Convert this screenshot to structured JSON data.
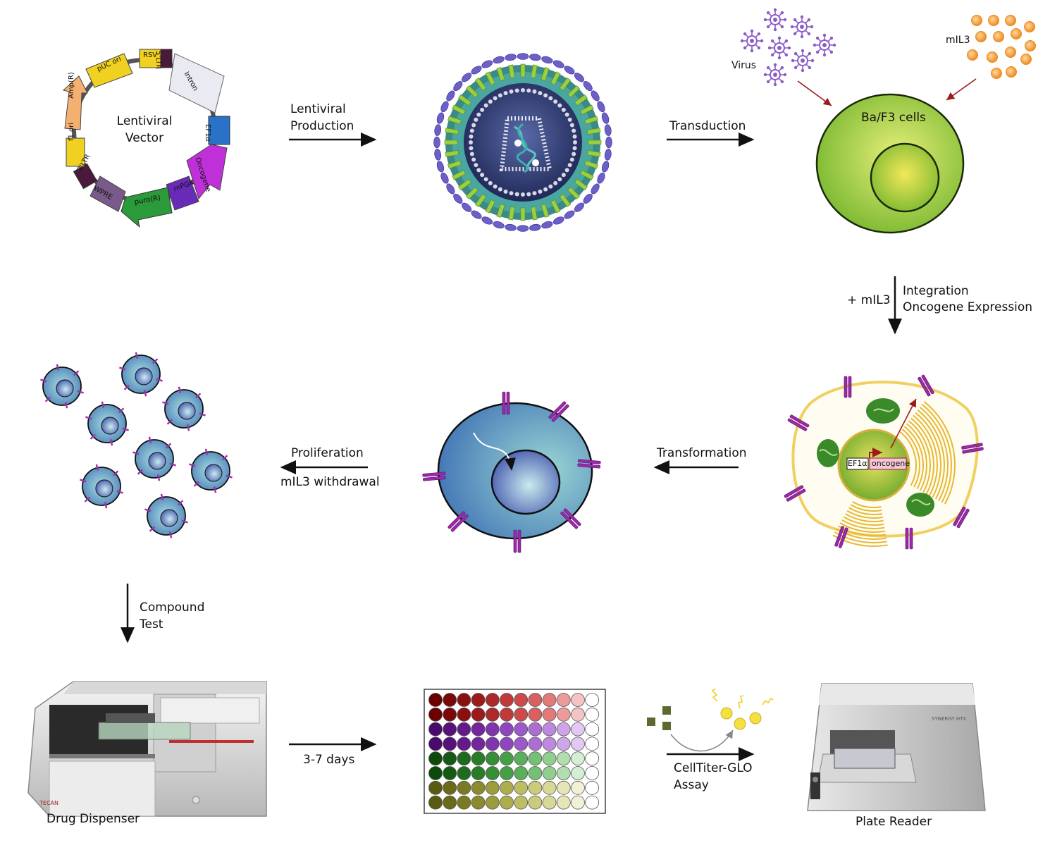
{
  "vector": {
    "title_line1": "Lentiviral",
    "title_line2": "Vector",
    "segments": [
      "RSV",
      "5'LTR",
      "Intron",
      "EF1α",
      "Oncogene",
      "mPGK",
      "puro(R)",
      "WPRE",
      "3'LTR",
      "f1 ori",
      "Amp(R)",
      "pUC ori"
    ]
  },
  "arrows": {
    "lentiviral_production_1": "Lentiviral",
    "lentiviral_production_2": "Production",
    "transduction": "Transduction",
    "plus_mil3": "+ mIL3",
    "integration_1": "Integration",
    "integration_2": "Oncogene Expression",
    "transformation": "Transformation",
    "proliferation": "Proliferation",
    "withdrawal": "mIL3 withdrawal",
    "compound_1": "Compound",
    "compound_2": "Test",
    "days": "3-7 days",
    "celltiter_1": "CellTiter-GLO",
    "celltiter_2": "Assay"
  },
  "labels": {
    "virus": "Virus",
    "mil3": "mIL3",
    "baf3": "Ba/F3 cells",
    "ef1a": "EF1α",
    "oncogene": "oncogene",
    "drug_dispenser": "Drug Dispenser",
    "plate_reader": "Plate Reader",
    "tecan": "TECAN",
    "synergy": "SYNERGY HTX"
  },
  "colors": {
    "arrow": "#111111",
    "red_arrow": "#9b1b1b",
    "virus": "#8a5cc7",
    "mil3": "#f0a040",
    "cell_green": "#9cc93a",
    "cell_blue": "#5a8fc0",
    "receptor": "#9b2aa8"
  },
  "plate": {
    "rows": 8,
    "cols": 12,
    "row_colors": [
      [
        "#6b0000",
        "#7a0808",
        "#8a1010",
        "#9c1a1a",
        "#ad2a2a",
        "#c03a3a",
        "#cc4a4a",
        "#d86060",
        "#e27a7a",
        "#ec9a9a",
        "#f4c4c4",
        "#ffffff"
      ],
      [
        "#6b0000",
        "#7a0808",
        "#8a1010",
        "#9c1a1a",
        "#ad2a2a",
        "#c03a3a",
        "#cc4a4a",
        "#d86060",
        "#e27a7a",
        "#ec9a9a",
        "#f4c4c4",
        "#ffffff"
      ],
      [
        "#4a0a6a",
        "#56117a",
        "#651a8c",
        "#73269e",
        "#8034ae",
        "#8f45bd",
        "#9d58c9",
        "#ad6ed4",
        "#bd88de",
        "#cea6e8",
        "#e2c8f2",
        "#ffffff"
      ],
      [
        "#4a0a6a",
        "#56117a",
        "#651a8c",
        "#73269e",
        "#8034ae",
        "#8f45bd",
        "#9d58c9",
        "#ad6ed4",
        "#bd88de",
        "#cea6e8",
        "#e2c8f2",
        "#ffffff"
      ],
      [
        "#0c4a0c",
        "#145a14",
        "#1d6b1d",
        "#287d28",
        "#358f35",
        "#45a045",
        "#5ab05a",
        "#74c074",
        "#90cf90",
        "#b0deb0",
        "#d4eed4",
        "#ffffff"
      ],
      [
        "#0c4a0c",
        "#145a14",
        "#1d6b1d",
        "#287d28",
        "#358f35",
        "#45a045",
        "#5ab05a",
        "#74c074",
        "#90cf90",
        "#b0deb0",
        "#d4eed4",
        "#ffffff"
      ],
      [
        "#5a5a10",
        "#6a6a18",
        "#7a7a22",
        "#8b8b2e",
        "#9c9c3c",
        "#adad4e",
        "#bdbd64",
        "#cbcb7c",
        "#d8d898",
        "#e5e5b6",
        "#f1f1d6",
        "#ffffff"
      ],
      [
        "#5a5a10",
        "#6a6a18",
        "#7a7a22",
        "#8b8b2e",
        "#9c9c3c",
        "#adad4e",
        "#bdbd64",
        "#cbcb7c",
        "#d8d898",
        "#e5e5b6",
        "#f1f1d6",
        "#ffffff"
      ]
    ]
  }
}
